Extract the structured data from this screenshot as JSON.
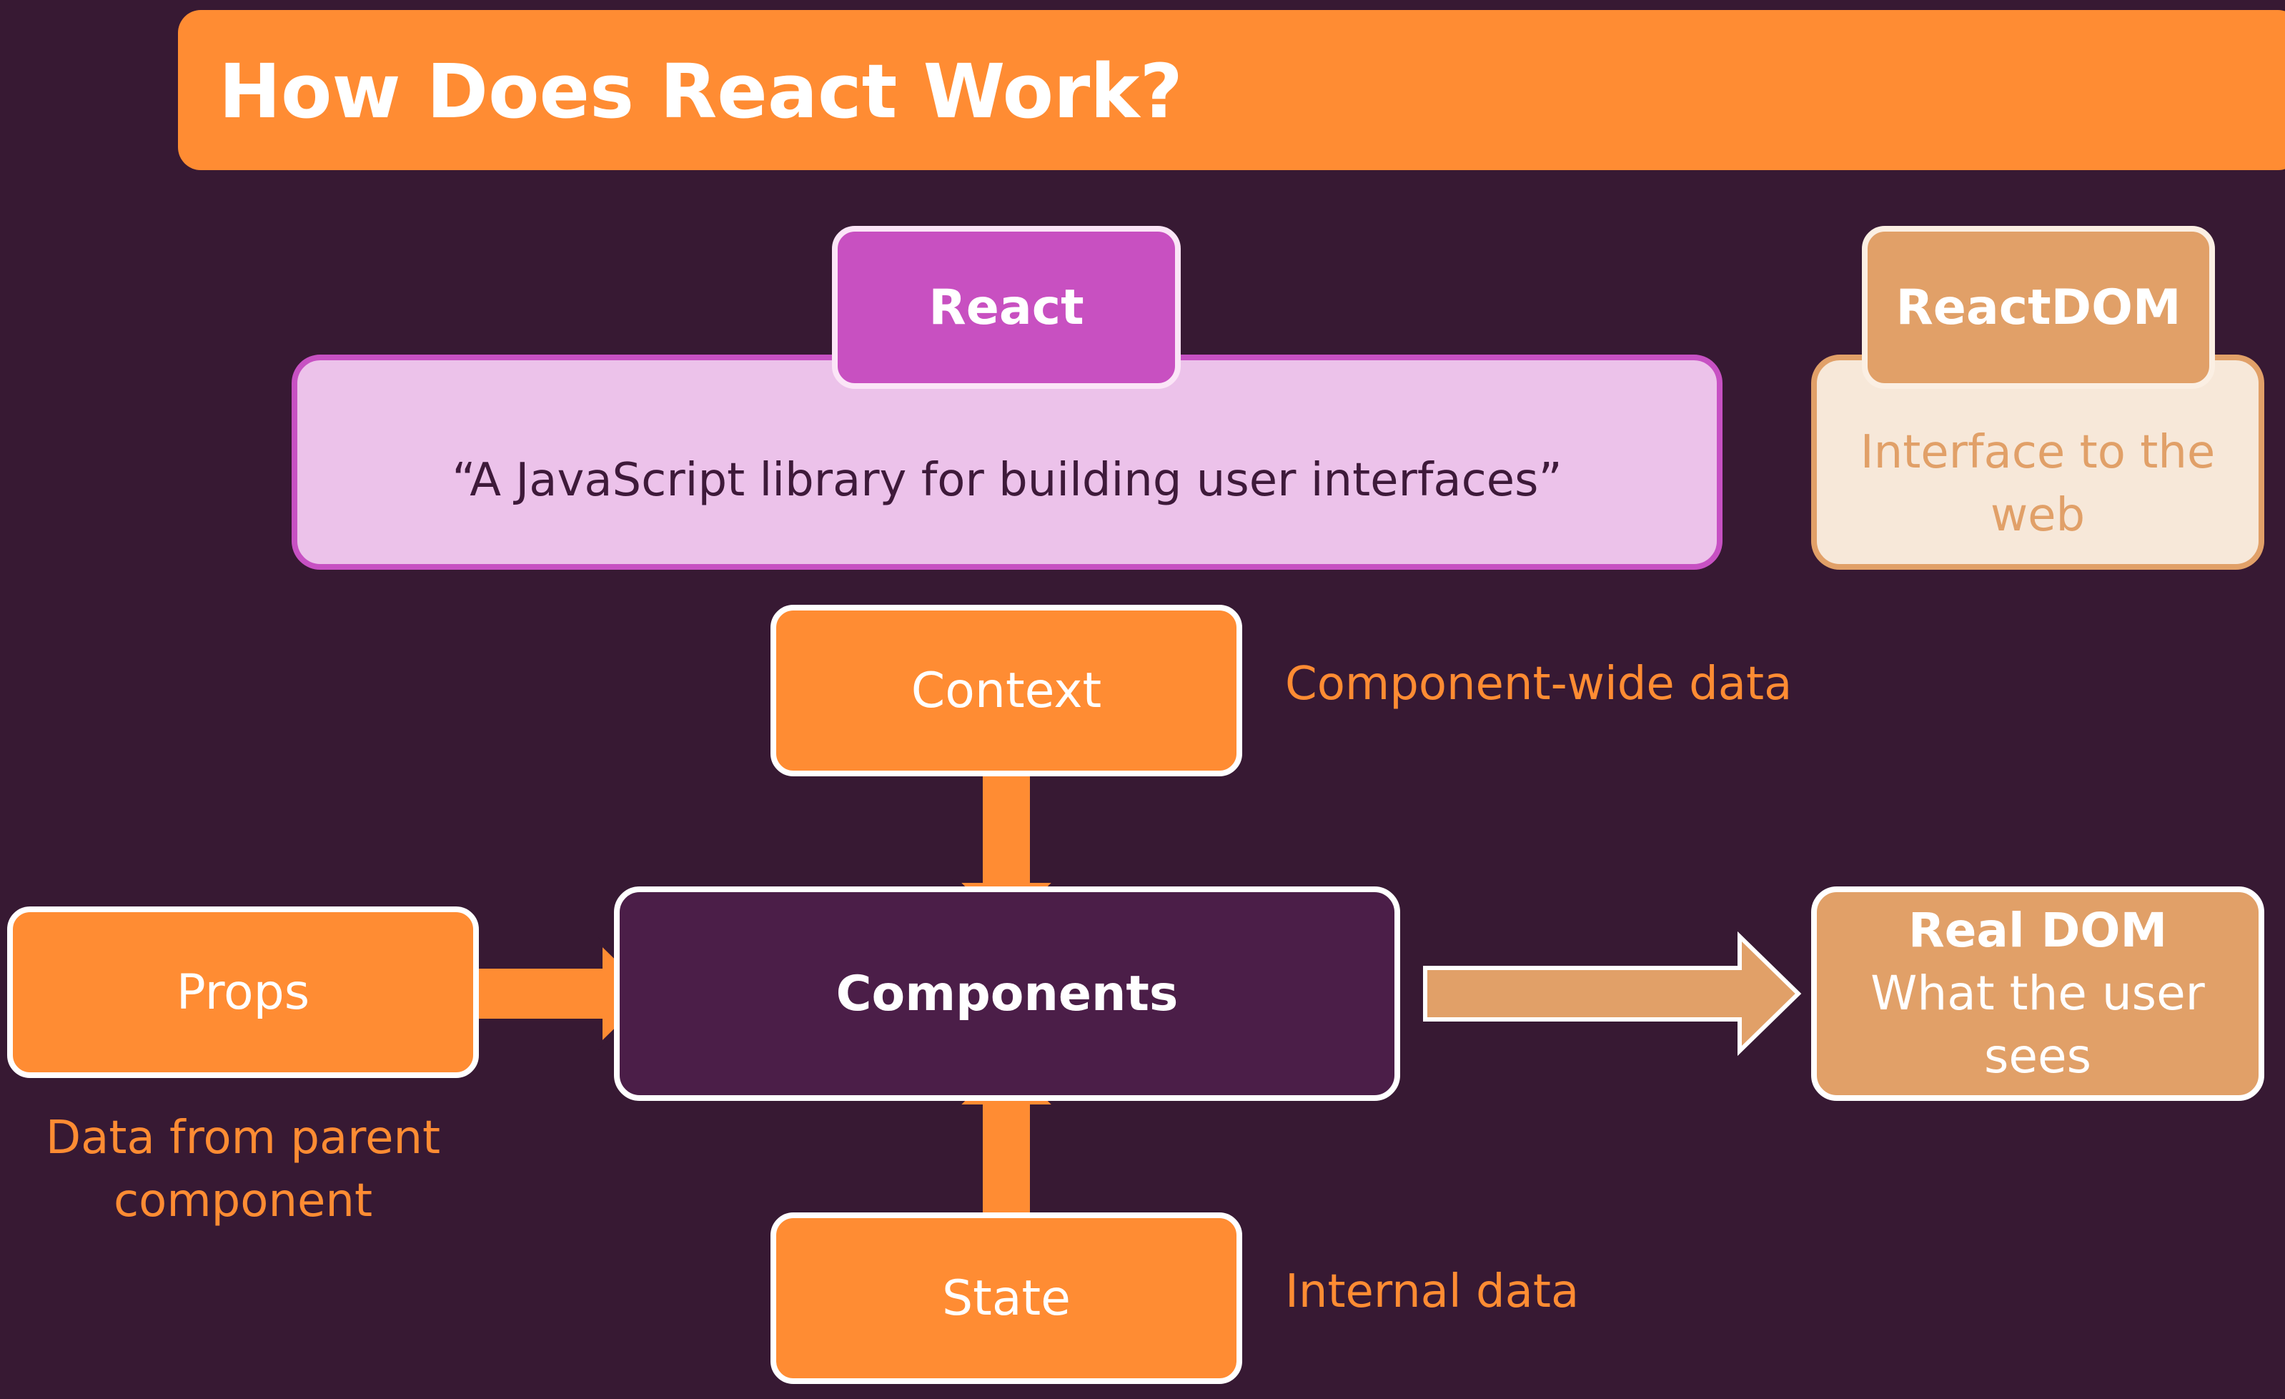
{
  "title": "How Does React Work?",
  "react": {
    "label": "React",
    "description": "“A JavaScript library for building user interfaces”"
  },
  "react_dom": {
    "label": "ReactDOM",
    "description": "Interface to the web"
  },
  "context": {
    "label": "Context",
    "note": "Component-wide data"
  },
  "props": {
    "label": "Props",
    "note": "Data from parent component"
  },
  "components": {
    "label": "Components"
  },
  "state": {
    "label": "State",
    "note": "Internal data"
  },
  "real_dom": {
    "title": "Real DOM",
    "subtitle": "What the user sees"
  },
  "colors": {
    "background": "#371933",
    "orange": "#ff8c33",
    "react_purple": "#c850c1",
    "react_light": "#ecc2ea",
    "reactdom_tan": "#e1a068",
    "reactdom_light": "#f7e8d9",
    "components_bg": "#4b1e48"
  }
}
